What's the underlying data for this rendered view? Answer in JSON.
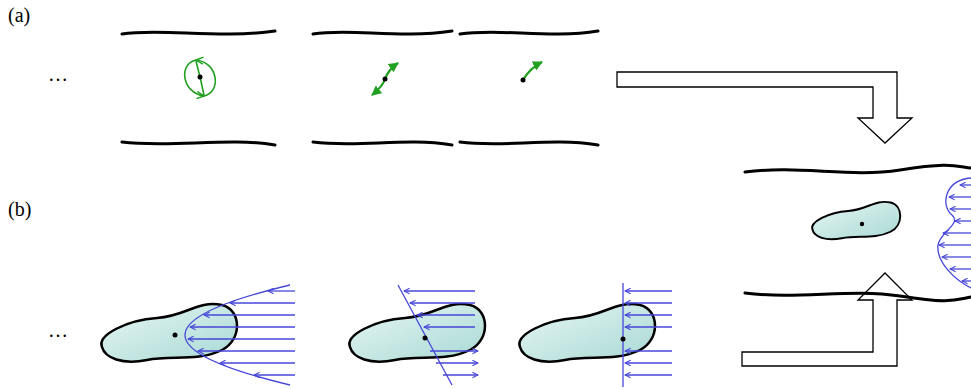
{
  "diagram": {
    "labels": [
      "(a)",
      "(b)",
      "…",
      "…"
    ]
  }
}
